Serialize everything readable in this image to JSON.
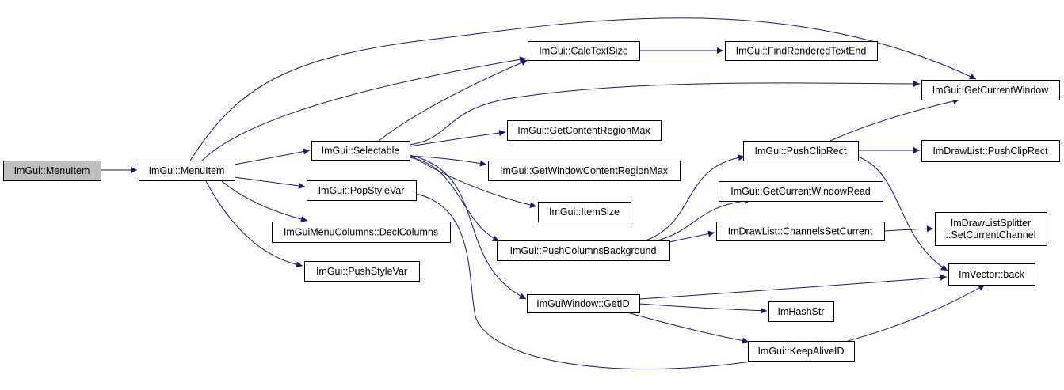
{
  "diagram": {
    "type": "call-graph",
    "colors": {
      "edge": "#191970",
      "node_border": "#000000",
      "node_fill": "#ffffff",
      "root_fill": "#bfbfbf"
    },
    "nodes": [
      {
        "id": "root",
        "lines": [
          "ImGui::MenuItem"
        ],
        "root": true
      },
      {
        "id": "menuitem",
        "lines": [
          "ImGui::MenuItem"
        ]
      },
      {
        "id": "selectable",
        "lines": [
          "ImGui::Selectable"
        ]
      },
      {
        "id": "popstylevar",
        "lines": [
          "ImGui::PopStyleVar"
        ]
      },
      {
        "id": "declcolumns",
        "lines": [
          "ImGuiMenuColumns::DeclColumns"
        ]
      },
      {
        "id": "pushstylevar",
        "lines": [
          "ImGui::PushStyleVar"
        ]
      },
      {
        "id": "calctextsize",
        "lines": [
          "ImGui::CalcTextSize"
        ]
      },
      {
        "id": "findrendered",
        "lines": [
          "ImGui::FindRenderedTextEnd"
        ]
      },
      {
        "id": "getcurrentwindow",
        "lines": [
          "ImGui::GetCurrentWindow"
        ]
      },
      {
        "id": "getcontentregionmax",
        "lines": [
          "ImGui::GetContentRegionMax"
        ]
      },
      {
        "id": "getwindowcontentregionmax",
        "lines": [
          "ImGui::GetWindowContentRegionMax"
        ]
      },
      {
        "id": "itemsize",
        "lines": [
          "ImGui::ItemSize"
        ]
      },
      {
        "id": "pushcolumnsbackground",
        "lines": [
          "ImGui::PushColumnsBackground"
        ]
      },
      {
        "id": "getid",
        "lines": [
          "ImGuiWindow::GetID"
        ]
      },
      {
        "id": "pushcliprect",
        "lines": [
          "ImGui::PushClipRect"
        ]
      },
      {
        "id": "getcurrentwindowread",
        "lines": [
          "ImGui::GetCurrentWindowRead"
        ]
      },
      {
        "id": "channelssetcurrent",
        "lines": [
          "ImDrawList::ChannelsSetCurrent"
        ]
      },
      {
        "id": "imhashstr",
        "lines": [
          "ImHashStr"
        ]
      },
      {
        "id": "keepaliveid",
        "lines": [
          "ImGui::KeepAliveID"
        ]
      },
      {
        "id": "drawlistpushcliprect",
        "lines": [
          "ImDrawList::PushClipRect"
        ]
      },
      {
        "id": "setcurrentchannel",
        "lines": [
          "ImDrawListSplitter",
          "::SetCurrentChannel"
        ]
      },
      {
        "id": "vectorback",
        "lines": [
          "ImVector::back"
        ]
      }
    ],
    "edges": [
      {
        "from": "root",
        "to": "menuitem"
      },
      {
        "from": "menuitem",
        "to": "selectable"
      },
      {
        "from": "menuitem",
        "to": "popstylevar"
      },
      {
        "from": "menuitem",
        "to": "declcolumns"
      },
      {
        "from": "menuitem",
        "to": "pushstylevar"
      },
      {
        "from": "menuitem",
        "to": "calctextsize"
      },
      {
        "from": "menuitem",
        "to": "getcurrentwindow"
      },
      {
        "from": "selectable",
        "to": "calctextsize"
      },
      {
        "from": "selectable",
        "to": "getcurrentwindow"
      },
      {
        "from": "selectable",
        "to": "getcontentregionmax"
      },
      {
        "from": "selectable",
        "to": "getwindowcontentregionmax"
      },
      {
        "from": "selectable",
        "to": "itemsize"
      },
      {
        "from": "selectable",
        "to": "pushcolumnsbackground"
      },
      {
        "from": "selectable",
        "to": "getid"
      },
      {
        "from": "popstylevar",
        "to": "vectorback"
      },
      {
        "from": "calctextsize",
        "to": "findrendered"
      },
      {
        "from": "pushcolumnsbackground",
        "to": "pushcliprect"
      },
      {
        "from": "pushcolumnsbackground",
        "to": "getcurrentwindowread"
      },
      {
        "from": "pushcolumnsbackground",
        "to": "channelssetcurrent"
      },
      {
        "from": "pushcliprect",
        "to": "getcurrentwindow"
      },
      {
        "from": "pushcliprect",
        "to": "drawlistpushcliprect"
      },
      {
        "from": "pushcliprect",
        "to": "vectorback"
      },
      {
        "from": "channelssetcurrent",
        "to": "setcurrentchannel"
      },
      {
        "from": "getid",
        "to": "vectorback"
      },
      {
        "from": "getid",
        "to": "imhashstr"
      },
      {
        "from": "getid",
        "to": "keepaliveid"
      }
    ]
  }
}
